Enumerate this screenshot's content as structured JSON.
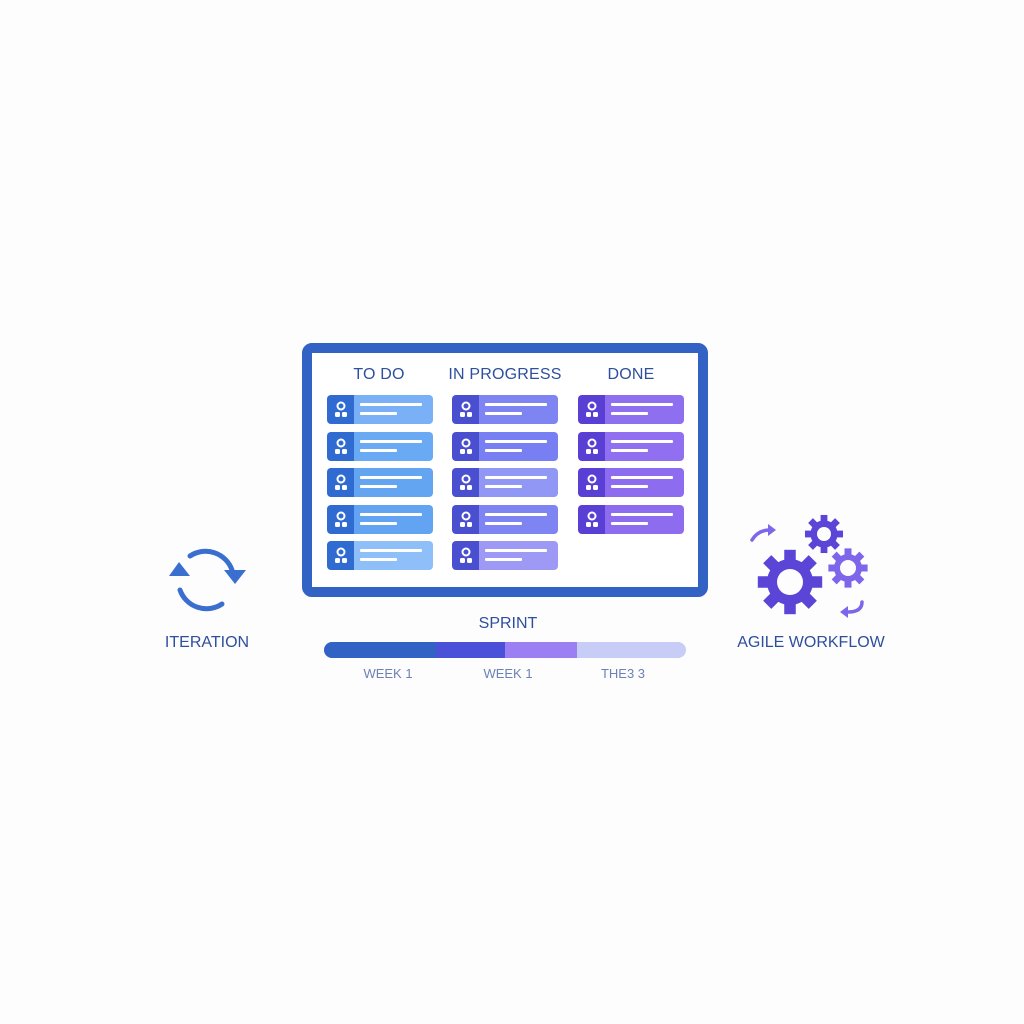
{
  "board": {
    "columns": [
      {
        "title": "TO DO",
        "card_count": 5,
        "accent": "#2f6bd1",
        "bodies": [
          "#7ab1f6",
          "#6aa9f4",
          "#64a5f2",
          "#62a3f2",
          "#8ebff8"
        ]
      },
      {
        "title": "IN PROGRESS",
        "card_count": 5,
        "accent": "#4a4fd0",
        "bodies": [
          "#7e84f2",
          "#787ff2",
          "#9197f4",
          "#7e84f2",
          "#9e99f4"
        ]
      },
      {
        "title": "DONE",
        "card_count": 4,
        "accent": "#5a3fd4",
        "bodies": [
          "#8e6ff0",
          "#9070f1",
          "#8e6cf0",
          "#8e6cf0"
        ]
      }
    ]
  },
  "sprint": {
    "title": "SPRINT",
    "segments": [
      {
        "color": "#3162c4",
        "width_pct": 31
      },
      {
        "color": "#4a50d8",
        "width_pct": 19
      },
      {
        "color": "#9b7ff3",
        "width_pct": 20
      },
      {
        "color": "#c8cdf7",
        "width_pct": 30
      }
    ],
    "week_labels": [
      "WEEK 1",
      "WEEK 1",
      "THE3 3"
    ]
  },
  "iteration": {
    "label": "ITERATION",
    "icon": "cycle-arrows-icon",
    "color": "#3a6fd0"
  },
  "workflow": {
    "label": "AGILE WORKFLOW",
    "icon": "gears-icon",
    "color": "#5b45d6"
  }
}
